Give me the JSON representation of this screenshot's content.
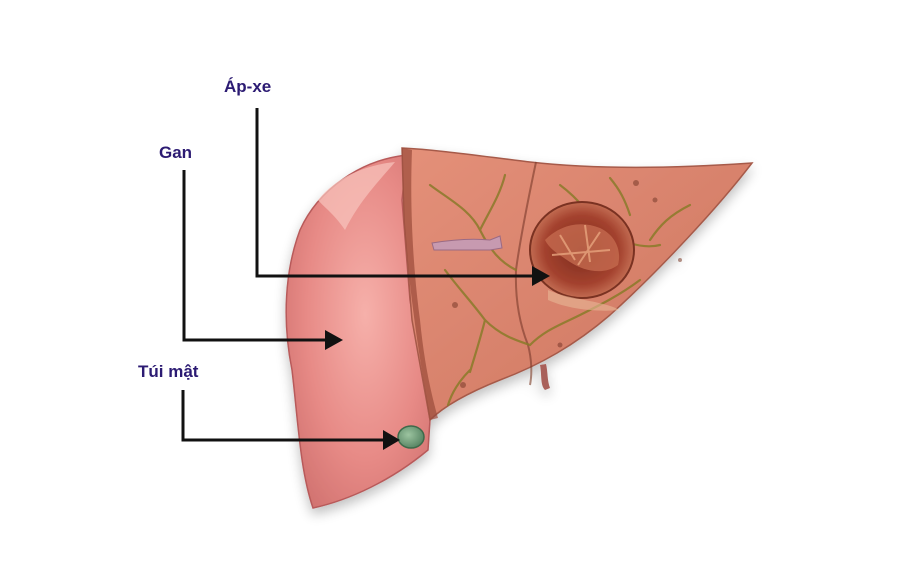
{
  "labels": {
    "abscess": "Áp-xe",
    "liver": "Gan",
    "gallbladder": "Túi mật"
  },
  "colors": {
    "label_text": "#2c1b73",
    "liver_surface": "#e88a86",
    "liver_cut": "#d9806a",
    "vessel": "#8a7a2a",
    "abscess": "#9a3b2a",
    "gallbladder": "#6f9a78",
    "arrow": "#111111"
  }
}
